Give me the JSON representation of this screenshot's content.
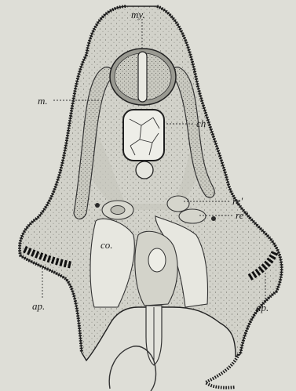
{
  "figure": {
    "labels": {
      "my": "my.",
      "m": "m.",
      "ch": "ch",
      "re1": "re'",
      "re2": "re\".",
      "co": "co.",
      "ap_left": "ap.",
      "ap_right": "ap."
    }
  }
}
